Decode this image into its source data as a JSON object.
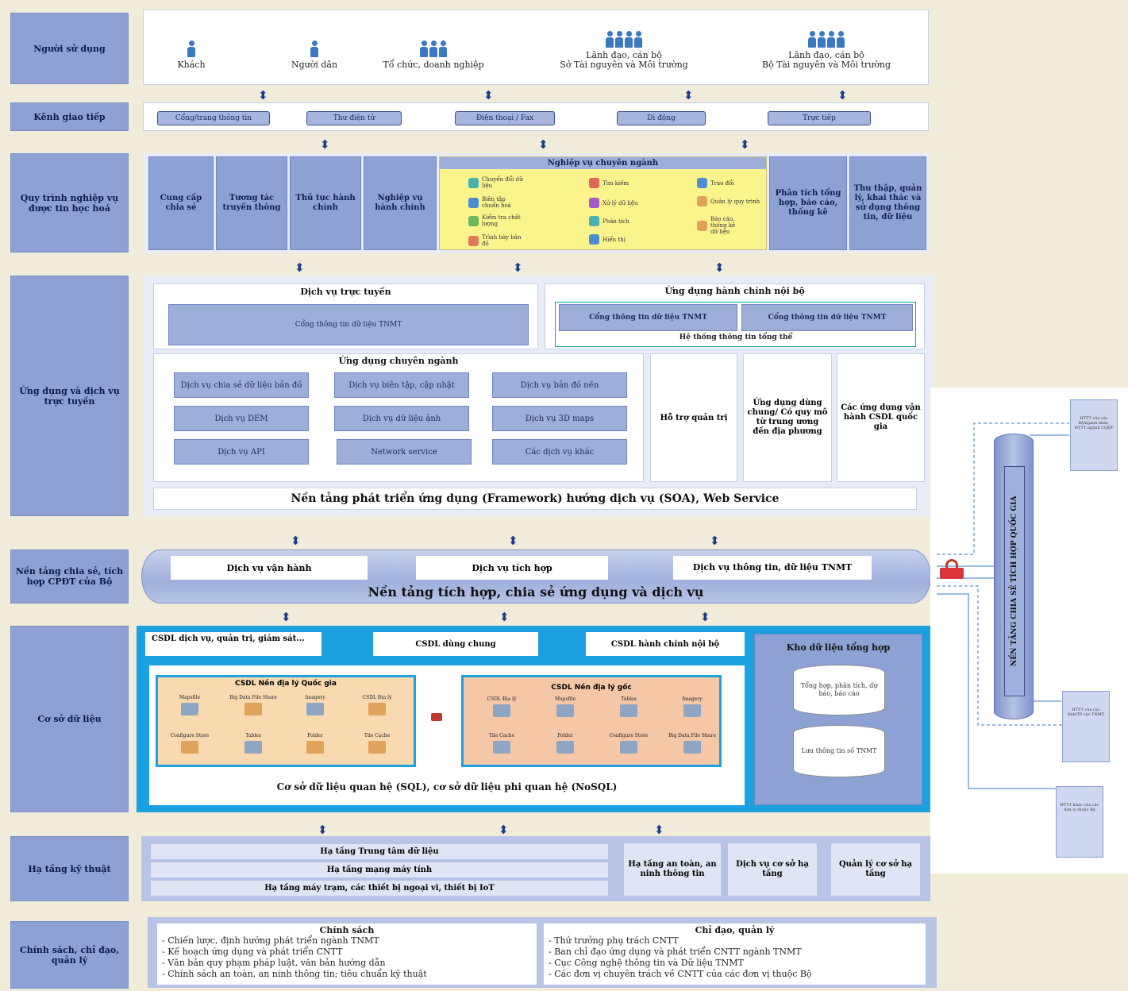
{
  "rows": {
    "users": "Người sử dụng",
    "channels": "Kênh giao tiếp",
    "process": "Quy trình nghiệp vụ được tin học hoá",
    "apps": "Ứng dụng và dịch vụ trực tuyến",
    "platform": "Nền tảng chia sẻ, tích hợp CPĐT của Bộ",
    "database": "Cơ sở dữ liệu",
    "infra": "Hạ tầng kỹ thuật",
    "policy": "Chính sách, chỉ đạo, quản lý"
  },
  "users": [
    {
      "label": "Khách",
      "icon": "single-person-icon"
    },
    {
      "label": "Người dân",
      "icon": "single-person-icon"
    },
    {
      "label": "Tổ chức, doanh nghiệp",
      "icon": "group-icon"
    },
    {
      "label": "Lãnh đạo, cán bộ",
      "label2": "Sở Tài nguyên và Môi trường",
      "icon": "group-icon"
    },
    {
      "label": "Lãnh đạo, cán bộ",
      "label2": "Bộ Tài nguyên và Môi trường",
      "icon": "group-icon"
    }
  ],
  "channels": [
    "Cổng/trang thông tin",
    "Thư điện tử",
    "Điện thoại / Fax",
    "Di động",
    "Trực tiếp"
  ],
  "process": {
    "boxes": [
      "Cung cấp chia sẻ",
      "Tương tác truyền thông",
      "Thủ tục hành chính",
      "Nghiệp vụ hành chính"
    ],
    "specialized_title": "Nghiệp vụ chuyên ngành",
    "specialized_items": [
      "Chuyển đổi dữ liệu",
      "Biên tập chuẩn hoá",
      "Kiểm tra chất lượng",
      "Trình bày bản đồ",
      "Tìm kiếm",
      "Xử lý dữ liệu",
      "Phân tích",
      "Hiển thị",
      "Trao đổi",
      "Quản lý quy trình",
      "Báo cáo, thống kê dữ liệu"
    ],
    "right_boxes": [
      "Phân tích tổng hợp, báo cáo, thống kê",
      "Thu thập, quản lý, khai thác và sử dụng thông tin, dữ liệu"
    ]
  },
  "apps": {
    "online_title": "Dịch vụ trực tuyến",
    "online_portal": "Cổng thông tin dữ liệu TNMT",
    "internal_title": "Ứng dụng hành chính nội bộ",
    "internal_boxes": [
      "Cổng thông tin dữ liệu TNMT",
      "Cổng thông tin dữ liệu TNMT"
    ],
    "internal_system": "Hệ thống thông tin tổng thể",
    "specialized_title": "Ứng dụng chuyên ngành",
    "services": [
      "Dịch vụ chia sẻ dữ liệu bản đồ",
      "Dịch vụ biên tập, cập nhật",
      "Dịch vụ bản đồ nền",
      "Dịch vụ DEM",
      "Dịch vụ dữ liệu ảnh",
      "Dịch vụ 3D maps",
      "Dịch vụ API",
      "Network service",
      "Các dịch vụ khác"
    ],
    "side_boxes": [
      "Hỗ trợ quản trị",
      "Ứng dụng dùng chung/ Có quy mô từ trung ương đến địa phương",
      "Các ứng dụng vận hành CSDL quốc gia"
    ],
    "framework": "Nền tảng phát triển ứng dụng (Framework) hướng dịch vụ (SOA), Web Service"
  },
  "platform": {
    "services": [
      "Dịch vụ vận hành",
      "Dịch vụ tích hợp",
      "Dịch vụ thông tin, dữ liệu TNMT"
    ],
    "title": "Nền tảng tích hợp, chia sẻ ứng dụng và dịch vụ"
  },
  "database": {
    "top": [
      "CSDL dịch vụ, quản trị, giám sát...",
      "CSDL dùng chung",
      "CSDL hành chính nội bộ"
    ],
    "national_title": "CSDL Nền địa lý Quốc gia",
    "national_items": [
      "Mapsfile",
      "Big Data File Share",
      "Imagery",
      "CSDL Địa lý",
      "Configure Store",
      "Tables",
      "Folder",
      "Tile Cache"
    ],
    "origin_title": "CSDL Nền địa lý gốc",
    "origin_items": [
      "CSDL Địa lý",
      "Mapsfile",
      "Tables",
      "Imagery",
      "Tile Cache",
      "Folder",
      "Configure Store",
      "Big Data File Share"
    ],
    "bottom": "Cơ sở dữ liệu quan hệ (SQL), cơ sở dữ liệu phi quan hệ (NoSQL)",
    "warehouse_title": "Kho dữ liệu tổng hợp",
    "warehouse_items": [
      "Tổng hợp, phân tích, dự báo, báo cáo",
      "Lưu thông tin số TNMT"
    ]
  },
  "infra": {
    "layers": [
      "Hạ tầng Trung tâm dữ liệu",
      "Hạ tầng mạng máy tính",
      "Hạ tầng máy trạm, các thiết bị ngoại vi, thiết bị IoT"
    ],
    "boxes": [
      "Hạ tầng an toàn, an ninh thông tin",
      "Dịch vụ cơ sở hạ tầng",
      "Quản lý cơ sở hạ tầng"
    ]
  },
  "policy": {
    "left_title": "Chính sách",
    "left_items": [
      "- Chiến lược, định hướng phát triển ngành TNMT",
      "- Kế hoạch ứng dụng và phát triển CNTT",
      "- Văn bản quy phạm pháp luật, văn bản hướng dẫn",
      "- Chính sách an toàn, an ninh thông tin; tiêu chuẩn kỹ thuật"
    ],
    "right_title": "Chỉ đạo, quản lý",
    "right_items": [
      "- Thứ trưởng phụ trách CNTT",
      "- Ban chỉ đạo ứng dụng và phát triển CNTT ngành TNMT",
      "- Cục Công nghệ thông tin và Dữ liệu TNMT",
      "- Các đơn vị chuyên trách về CNTT của các đơn vị thuộc Bộ"
    ]
  },
  "side": {
    "cylinder": "NỀN TẢNG CHIA SẺ TÍCH HỢP QUỐC GIA",
    "docs": [
      "HTTT của các Bộ/ngành khác, HTTT ngành CQĐT",
      "HTTT của các tỉnh/TP các TNMT",
      "HTTT khác của các đơn vị thuộc Bộ"
    ]
  },
  "colors": {
    "background": "#f0ecd9",
    "label_blue": "#8da1d4",
    "db_blue": "#1ba0e2",
    "yellow": "#fbf38c"
  }
}
